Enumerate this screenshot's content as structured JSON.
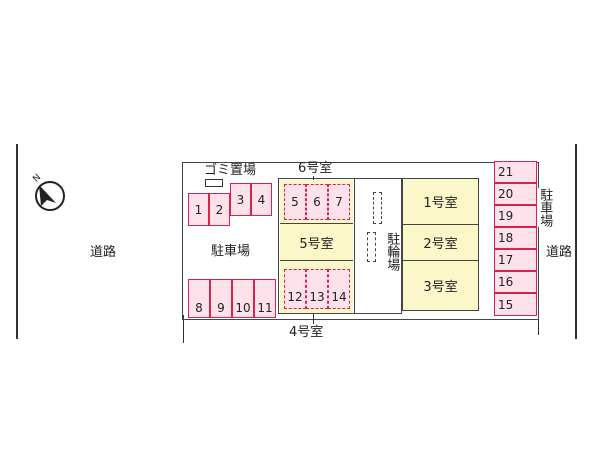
{
  "roads": {
    "left_label": "道路",
    "right_label": "道路"
  },
  "labels": {
    "garbage": "ゴミ置場",
    "room6": "6号室",
    "room4": "4号室",
    "parking_left": "駐車場",
    "parking_right": "駐車場",
    "bicycle": "駐輪場"
  },
  "rooms": {
    "r1": "1号室",
    "r2": "2号室",
    "r3": "3号室",
    "r5": "5号室"
  },
  "parking_left_top": [
    "1",
    "2",
    "3",
    "4"
  ],
  "parking_left_bottom": [
    "8",
    "9",
    "10",
    "11"
  ],
  "parking_center_top": [
    "5",
    "6",
    "7"
  ],
  "parking_center_bottom": [
    "12",
    "13",
    "14"
  ],
  "parking_right": [
    "21",
    "20",
    "19",
    "18",
    "17",
    "16",
    "15"
  ],
  "colors": {
    "accent": "#d6244d",
    "room_fill": "#fbf7c9",
    "slot_fill": "#fde2ec"
  },
  "icons": {
    "north": "compass-north-icon"
  }
}
